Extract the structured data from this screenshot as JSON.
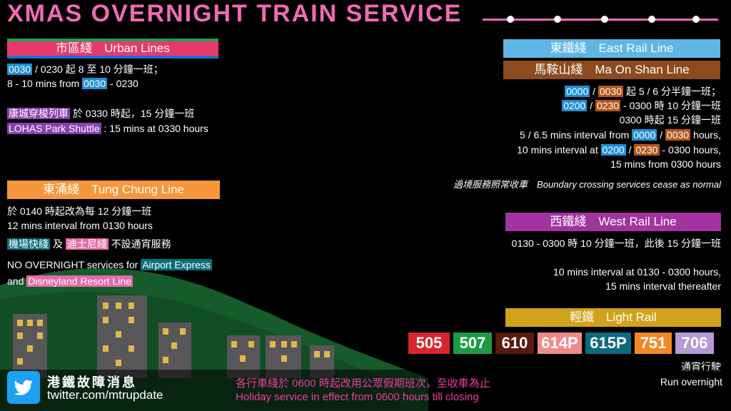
{
  "title": "XMAS OVERNIGHT TRAIN SERVICE",
  "colors": {
    "title": "#f06bb3",
    "urban": "#e8396b",
    "east_rail": "#5fb6e6",
    "ma_on_shan": "#8d4a1f",
    "tung_chung": "#f7963a",
    "west_rail": "#a233a0",
    "light_rail": "#d1a21a"
  },
  "urban": {
    "heading": "市區綫　Urban Lines",
    "line1": {
      "hl": "0030",
      "rest": " / 0230 起 8 至 10 分鐘一班；"
    },
    "line2": {
      "pre": "8 - 10 mins from ",
      "hl": "0030",
      "post": " - 0230"
    },
    "lohas_zh": {
      "hl": "康城穿梭列車",
      "rest": " 於 0330 時起，15 分鐘一班"
    },
    "lohas_en": {
      "hl": "LOHAS Park Shuttle",
      "rest": " : 15 mins at 0330 hours"
    }
  },
  "tung_chung": {
    "heading": "東涌綫　Tung Chung Line",
    "line1": "於 0140 時起改為每 12 分鐘一班",
    "line2": "12 mins interval from 0130 hours",
    "no_service_zh": {
      "hl1": "機場快綫",
      "mid": " 及 ",
      "hl2": "迪士尼綫",
      "rest": " 不設通宵服務"
    },
    "no_service_en1": {
      "pre": "NO OVERNIGHT services for ",
      "hl": "Airport Express"
    },
    "no_service_en2": {
      "pre": "and ",
      "hl": "Disneyland Resort Line"
    }
  },
  "east": {
    "east_rail_heading": "東鐵綫　East Rail Line",
    "mos_heading": "馬鞍山綫　Ma On Shan Line",
    "zh1": {
      "hl1": "0000",
      "sep": " / ",
      "hl2": "0030",
      "rest": " 起 5 / 6 分半鐘一班；"
    },
    "zh2": {
      "hl1": "0200",
      "sep": " / ",
      "hl2": "0230",
      "rest": " - 0300 時 10 分鐘一班"
    },
    "zh3": "0300 時起 15 分鐘一班",
    "en1": {
      "pre": "5 / 6.5 mins interval from ",
      "hl1": "0000",
      "sep": " / ",
      "hl2": "0030",
      "post": " hours,"
    },
    "en2": {
      "pre": "10 mins interval at ",
      "hl1": "0200",
      "sep": " / ",
      "hl2": "0230",
      "post": " - 0300 hours,"
    },
    "en3": "15 mins from 0300 hours",
    "boundary": "過境服務照常收車　Boundary crossing services cease as normal"
  },
  "west_rail": {
    "heading": "西鐵綫　West Rail Line",
    "zh": "0130 - 0300 時 10 分鐘一班，此後 15 分鐘一班",
    "en1": "10 mins interval at  0130 - 0300 hours,",
    "en2": "15 mins interval thereafter"
  },
  "light_rail": {
    "heading": "輕鐵　Light Rail",
    "routes": [
      {
        "code": "505",
        "color": "#d8262c"
      },
      {
        "code": "507",
        "color": "#1c9b44"
      },
      {
        "code": "610",
        "color": "#5a1a12"
      },
      {
        "code": "614P",
        "color": "#f08a8a"
      },
      {
        "code": "615P",
        "color": "#0a6a80"
      },
      {
        "code": "751",
        "color": "#f08a24"
      },
      {
        "code": "706",
        "color": "#b69ad6"
      }
    ],
    "overnight_zh": "通宵行駛",
    "overnight_en": "Run overnight"
  },
  "footer": {
    "brand": "港鐵故障消息",
    "handle": "twitter.com/mtrupdate",
    "icon": "twitter-bird-icon",
    "notice_zh": "各行車綫於 0600 時起改用公眾假期班次，至收車為止",
    "notice_en": "Holiday service in effect from 0600 hours till closing",
    "notice_color": "#f03ca0"
  }
}
